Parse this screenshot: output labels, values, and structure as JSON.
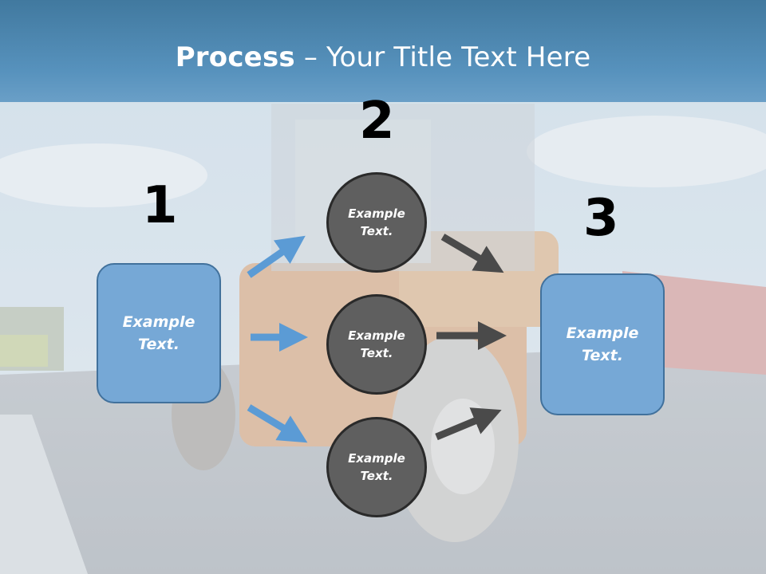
{
  "title": {
    "bold": "Process",
    "rest": " – Your Title Text Here"
  },
  "colors": {
    "title_bar": "#5792bd",
    "box_fill": "#76a8d6",
    "box_border": "#41719c",
    "circle_fill": "#5f5f5f",
    "circle_border": "#2a2a2a",
    "arrow_blue": "#5b9bd5",
    "arrow_dark": "#4a4a4a"
  },
  "steps": [
    {
      "number": "1",
      "label": "Example Text."
    },
    {
      "number": "2",
      "label": "Example Text."
    },
    {
      "number": "3",
      "label": "Example Text."
    }
  ],
  "circles": [
    {
      "label": "Example Text."
    },
    {
      "label": "Example Text."
    },
    {
      "label": "Example Text."
    }
  ]
}
